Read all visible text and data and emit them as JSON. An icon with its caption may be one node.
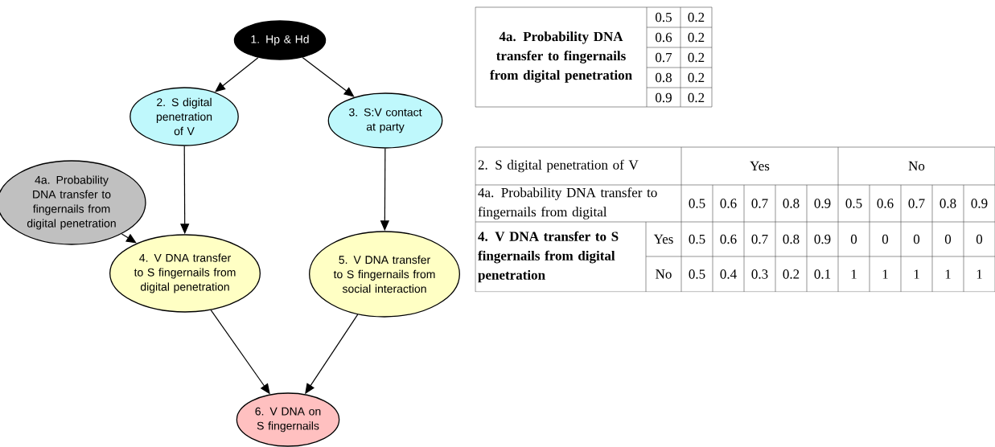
{
  "diagram": {
    "nodes": [
      {
        "text": [
          "1. Hp & Hd"
        ]
      },
      {
        "text": [
          "2. S digital penetration of V"
        ]
      },
      {
        "text": [
          "3. S:V contact at party"
        ]
      },
      {
        "text": [
          "4a. Probability DNA transfer to fingernails from digital penetration"
        ]
      },
      {
        "text": [
          "4. V DNA transfer to S fingernails from digital penetration"
        ]
      },
      {
        "text": [
          "5. V DNA transfer to S fingernails from social interaction"
        ]
      },
      {
        "text": [
          "6. V DNA on S fingernails"
        ]
      }
    ],
    "edges": [
      {
        "from": 0,
        "to": 1,
        "arrow": "to"
      },
      {
        "from": 0,
        "to": 2,
        "arrow": "to"
      },
      {
        "from": 1,
        "to": 4,
        "arrow": "to"
      },
      {
        "from": 3,
        "to": 4,
        "arrow": "to"
      },
      {
        "from": 2,
        "to": 5,
        "arrow": "to"
      },
      {
        "from": 4,
        "to": 6,
        "arrow": "to"
      },
      {
        "from": 5,
        "to": 6,
        "arrow": "to"
      }
    ],
    "labels": [
      "4a. Probability DNA transfer to fingernails from digital penetration",
      "0.5",
      "0.2",
      "0.6",
      "0.2",
      "0.7",
      "0.2",
      "0.8",
      "0.2",
      "0.9",
      "0.2",
      "2. S digital penetration of V",
      "Yes",
      "No",
      "4a. Probability DNA transfer to fingernails from digital",
      "0.5",
      "0.6",
      "0.7",
      "0.8",
      "0.9",
      "0.5",
      "0.6",
      "0.7",
      "0.8",
      "0.9",
      "4. V DNA transfer to S fingernails from digital penetration",
      "Yes",
      "0.5",
      "0.6",
      "0.7",
      "0.8",
      "0.9",
      "0",
      "0",
      "0",
      "0",
      "0",
      "No",
      "0.5",
      "0.4",
      "0.3",
      "0.2",
      "0.1",
      "1",
      "1",
      "1",
      "1",
      "1"
    ]
  }
}
